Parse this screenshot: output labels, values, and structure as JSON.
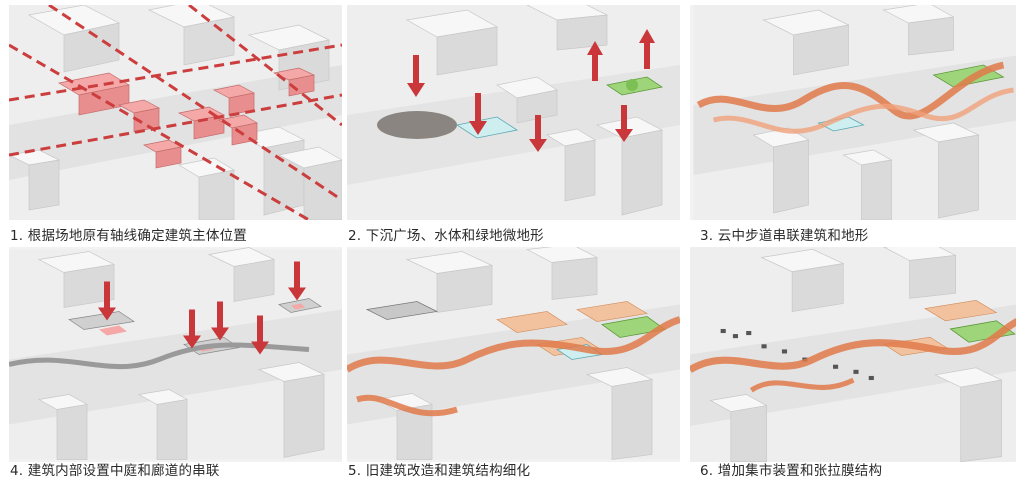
{
  "panels": [
    {
      "caption": "1. 根据场地原有轴线确定建筑主体位置"
    },
    {
      "caption": "2. 下沉广场、水体和绿地微地形"
    },
    {
      "caption": "3. 云中步道串联建筑和地形"
    },
    {
      "caption": "4. 建筑内部设置中庭和廊道的串联"
    },
    {
      "caption": "5. 旧建筑改造和建筑结构细化"
    },
    {
      "caption": "6. 增加集市装置和张拉膜结构"
    }
  ],
  "colors": {
    "background": "#ffffff",
    "building": "#f4f4f4",
    "building_shade": "#d6d6d6",
    "highlight_red": "#f2a3a3",
    "arrow_red": "#c9373a",
    "axis_dash": "#cc3d3d",
    "walkway_orange": "#e07a4a",
    "water": "#cfeef0",
    "green": "#8fcf6a"
  }
}
